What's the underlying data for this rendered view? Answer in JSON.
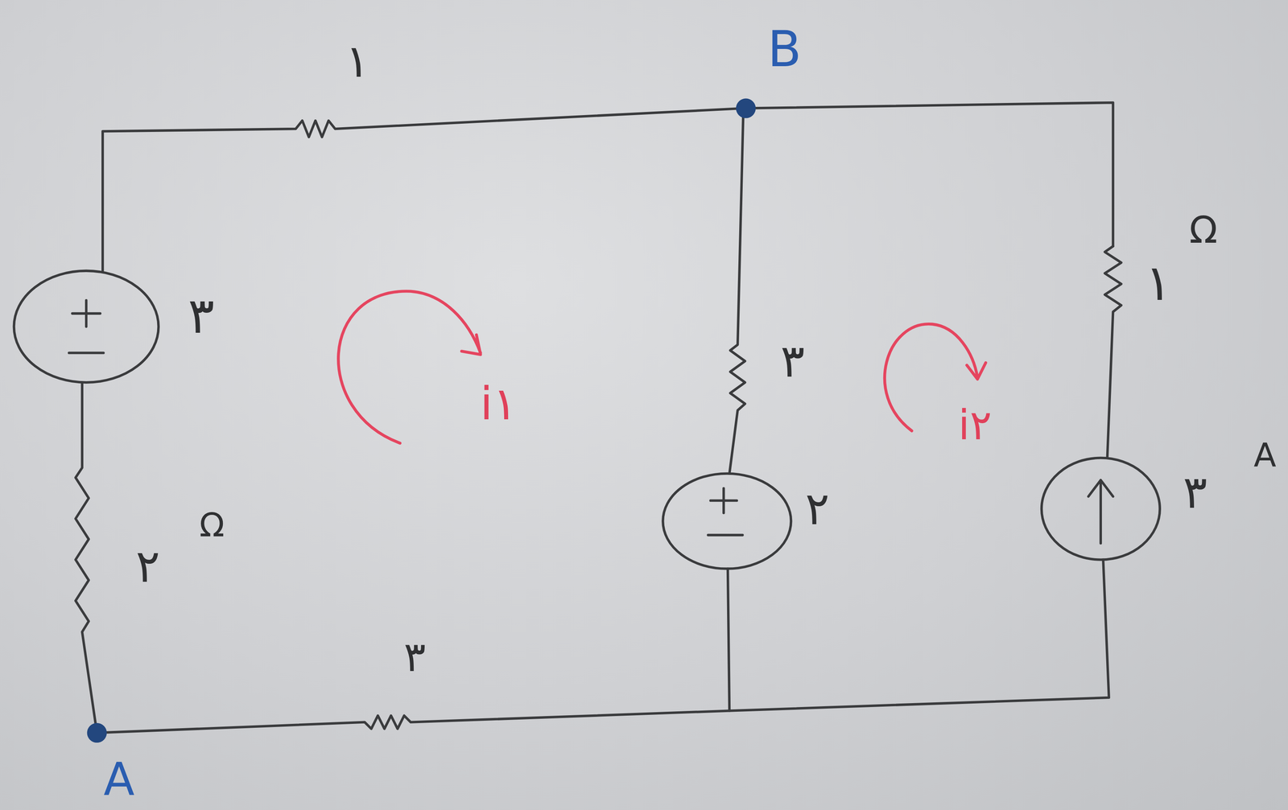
{
  "diagram": {
    "labels": [
      "۱",
      "B",
      "Ω",
      "۳",
      "i۱",
      "۳",
      "۱",
      "i۲",
      "A",
      "۲",
      "۳",
      "Ω",
      "۲",
      "۳",
      "A"
    ]
  }
}
